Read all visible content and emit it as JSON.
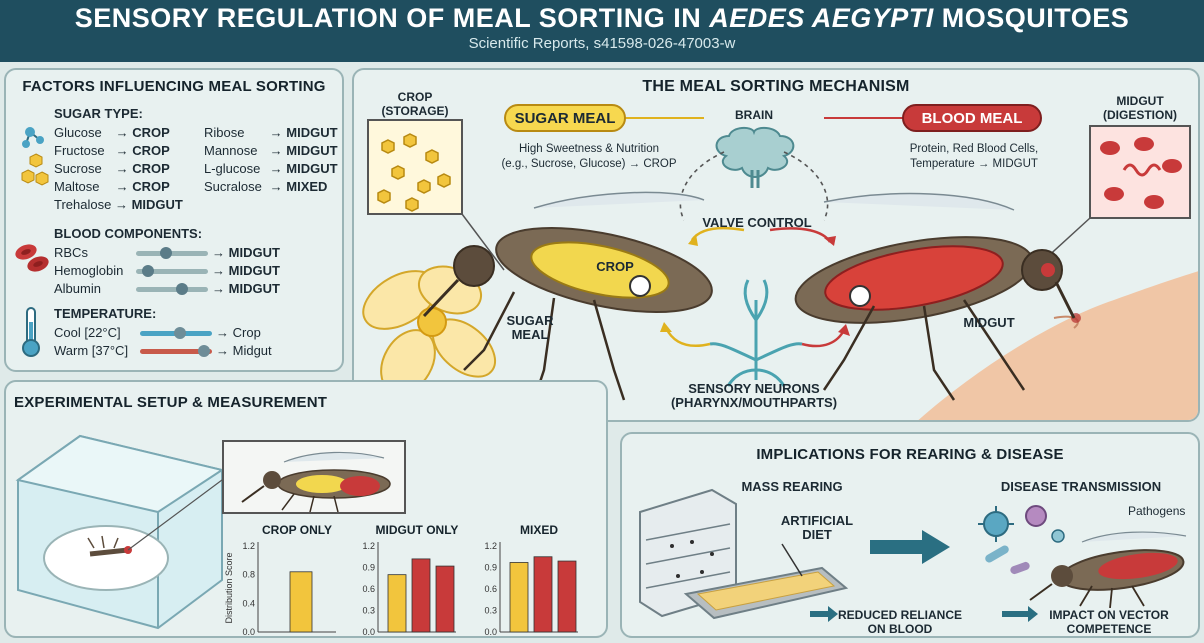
{
  "header": {
    "title_prefix": "SENSORY REGULATION OF MEAL SORTING IN ",
    "title_italic": "AEDES AEGYPTI",
    "title_suffix": " MOSQUITOES",
    "subtitle": "Scientific Reports, s41598-026-47003-w"
  },
  "factors": {
    "title": "FACTORS INFLUENCING MEAL SORTING",
    "sugar": {
      "heading": "SUGAR TYPE:",
      "left": [
        {
          "name": "Glucose",
          "dest": "CROP"
        },
        {
          "name": "Fructose",
          "dest": "CROP"
        },
        {
          "name": "Sucrose",
          "dest": "CROP"
        },
        {
          "name": "Maltose",
          "dest": "CROP"
        },
        {
          "name": "Trehalose",
          "dest": "MIDGUT"
        }
      ],
      "right": [
        {
          "name": "Ribose",
          "dest": "MIDGUT"
        },
        {
          "name": "Mannose",
          "dest": "MIDGUT"
        },
        {
          "name": "L-glucose",
          "dest": "MIDGUT"
        },
        {
          "name": "Sucralose",
          "dest": "MIXED"
        }
      ]
    },
    "blood": {
      "heading": "BLOOD COMPONENTS:",
      "items": [
        {
          "name": "RBCs",
          "dest": "MIDGUT"
        },
        {
          "name": "Hemoglobin",
          "dest": "MIDGUT"
        },
        {
          "name": "Albumin",
          "dest": "MIDGUT"
        }
      ]
    },
    "temperature": {
      "heading": "TEMPERATURE:",
      "items": [
        {
          "name": "Cool [22°C]",
          "dest": "Crop"
        },
        {
          "name": "Warm [37°C]",
          "dest": "Midgut"
        }
      ]
    },
    "arrow": "→"
  },
  "mechanism": {
    "title": "THE MEAL SORTING MECHANISM",
    "crop_label": "CROP\n(STORAGE)",
    "midgut_label": "MIDGUT\n(DIGESTION)",
    "sugar_meal_pill": "SUGAR MEAL",
    "blood_meal_pill": "BLOOD MEAL",
    "brain": "BRAIN",
    "sugar_desc_1": "High Sweetness & Nutrition",
    "sugar_desc_2": "(e.g., Sucrose, Glucose) → CROP",
    "blood_desc_1": "Protein, Red Blood Cells,",
    "blood_desc_2": "Temperature → MIDGUT",
    "valve": "VALVE CONTROL",
    "crop_organ": "CROP",
    "sugar_meal_label": "SUGAR\nMEAL",
    "midgut_organ": "MIDGUT",
    "neurons": "SENSORY NEURONS\n(PHARYNX/MOUTHPARTS)"
  },
  "experiment": {
    "title": "EXPERIMENTAL SETUP & MEASUREMENT"
  },
  "chart_data": {
    "type": "bar",
    "ylabel": "Distribution Score",
    "ylim": [
      0,
      1.2
    ],
    "yticks": [
      "0.0",
      "0.4",
      "0.8",
      "1.2"
    ],
    "ytick_values": [
      0,
      0.4,
      0.8,
      1.2
    ],
    "ytick_labels": [
      "0.0",
      "0.3",
      "0.6",
      "0.9",
      "1.2"
    ],
    "colors": {
      "crop": "#f2c53d",
      "midgut": "#c83a3a"
    },
    "panels": [
      {
        "title": "CROP ONLY",
        "values": [
          {
            "v": 0.84,
            "c": "crop"
          }
        ]
      },
      {
        "title": "MIDGUT ONLY",
        "values": [
          {
            "v": 0.8,
            "c": "crop"
          },
          {
            "v": 1.02,
            "c": "midgut"
          },
          {
            "v": 0.92,
            "c": "midgut"
          }
        ]
      },
      {
        "title": "MIXED",
        "values": [
          {
            "v": 0.97,
            "c": "crop"
          },
          {
            "v": 1.05,
            "c": "midgut"
          },
          {
            "v": 0.99,
            "c": "midgut"
          }
        ]
      }
    ]
  },
  "implications": {
    "title": "IMPLICATIONS FOR REARING & DISEASE",
    "mass_rearing": "MASS REARING",
    "artificial_diet": "ARTIFICIAL\nDIET",
    "disease": "DISEASE TRANSMISSION",
    "pathogens": "Pathogens",
    "reduced": "REDUCED RELIANCE\nON BLOOD",
    "impact": "IMPACT ON VECTOR\nCOMPETENCE"
  }
}
